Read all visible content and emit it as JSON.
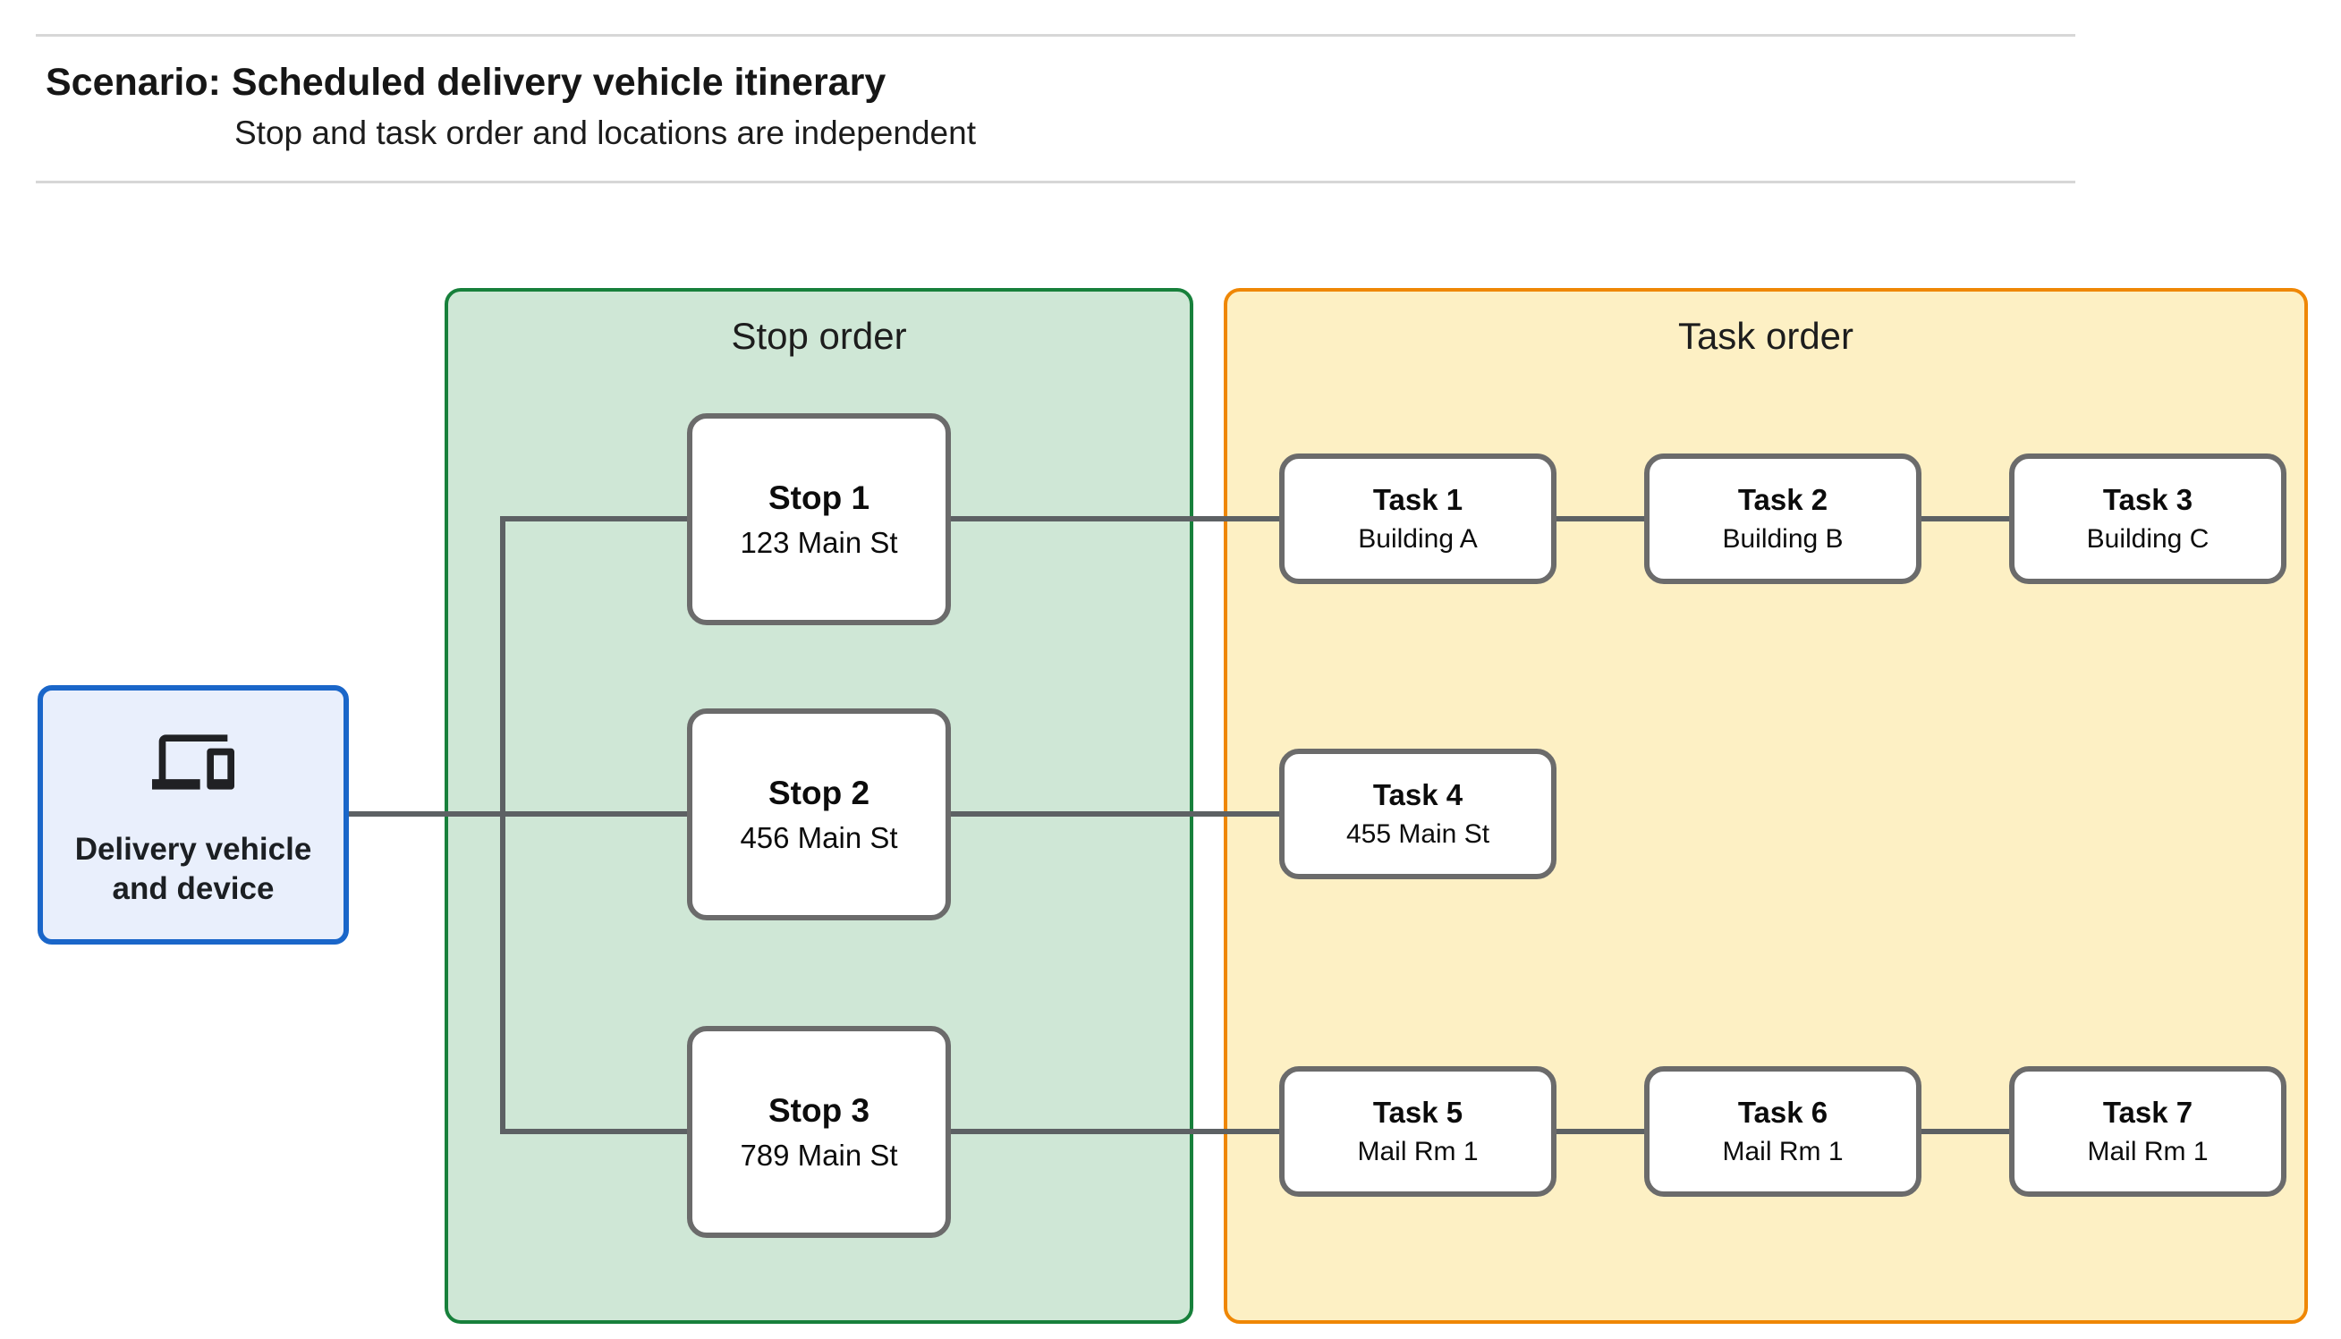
{
  "header": {
    "title": "Scenario: Scheduled delivery vehicle itinerary",
    "subtitle": "Stop and task order and locations are independent"
  },
  "source_node": {
    "label": "Delivery vehicle and device",
    "icon": "devices-icon",
    "border_color": "#1a66c9",
    "fill_color": "#e9effc"
  },
  "stop_group": {
    "title": "Stop order",
    "border_color": "#17803b",
    "fill_color": "#cfe7d6",
    "stops": [
      {
        "name": "Stop 1",
        "location": "123 Main St"
      },
      {
        "name": "Stop 2",
        "location": "456 Main St"
      },
      {
        "name": "Stop 3",
        "location": "789 Main St"
      }
    ]
  },
  "task_group": {
    "title": "Task order",
    "border_color": "#ef8705",
    "fill_color": "#fdf0c4",
    "tasks": [
      {
        "name": "Task 1",
        "location": "Building A"
      },
      {
        "name": "Task 2",
        "location": "Building B"
      },
      {
        "name": "Task 3",
        "location": "Building C"
      },
      {
        "name": "Task 4",
        "location": "455 Main St"
      },
      {
        "name": "Task 5",
        "location": "Mail Rm 1"
      },
      {
        "name": "Task 6",
        "location": "Mail Rm 1"
      },
      {
        "name": "Task 7",
        "location": "Mail Rm 1"
      }
    ]
  },
  "connector_color": "#5d6164",
  "divider_color": "#d7d7d7"
}
